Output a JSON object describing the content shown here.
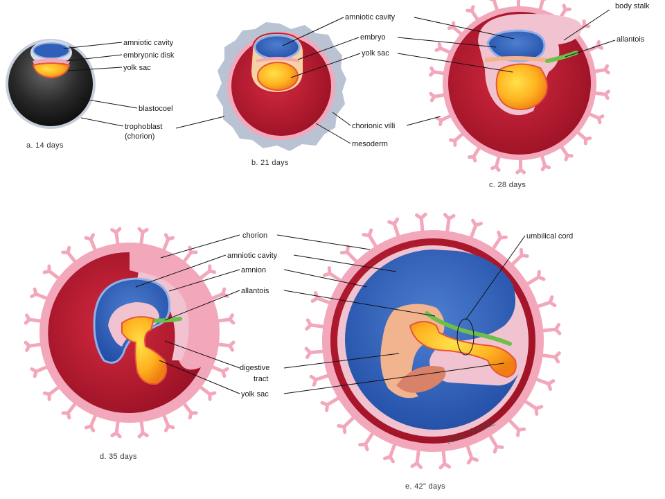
{
  "colors": {
    "chorion_pink": "#f3a7bb",
    "chorion_edge": "#e8809d",
    "mesoderm_red": "#c01e33",
    "mesoderm_dark": "#8e0f22",
    "amniotic_blue": "#2f5fb8",
    "amniotic_light": "#6f9ae0",
    "amnion_pink": "#f1c2cf",
    "yolk_orange": "#f6a21c",
    "yolk_yellow": "#ffd53a",
    "allantois_green": "#6cc04a",
    "blastocoel_black": "#151515",
    "villi_gray": "#b9c3d3",
    "embryo_peach": "#f2b48e"
  },
  "stages": {
    "a": {
      "caption": "a. 14 days",
      "labels": {
        "amniotic_cavity": "amniotic cavity",
        "embryonic_disk": "embryonic disk",
        "yolk_sac": "yolk sac",
        "blastocoel": "blastocoel",
        "trophoblast_1": "trophoblast",
        "trophoblast_2": "(chorion)"
      }
    },
    "b": {
      "caption": "b. 21 days",
      "labels": {
        "amniotic_cavity": "amniotic cavity",
        "embryo": "embryo",
        "yolk_sac": "yolk sac",
        "chorionic_villi": "chorionic villi",
        "mesoderm": "mesoderm"
      }
    },
    "c": {
      "caption": "c. 28 days",
      "labels": {
        "body_stalk": "body stalk",
        "allantois": "allantois"
      }
    },
    "d": {
      "caption": "d. 35 days",
      "labels": {
        "chorion": "chorion",
        "amniotic_cavity": "amniotic cavity",
        "amnion": "amnion",
        "allantois": "allantois",
        "digestive_1": "digestive",
        "digestive_2": "tract",
        "yolk_sac": "yolk sac"
      }
    },
    "e": {
      "caption": "e. 42\" days",
      "labels": {
        "umbilical_cord": "umbilical cord"
      },
      "signature": "Anne Greene"
    }
  }
}
